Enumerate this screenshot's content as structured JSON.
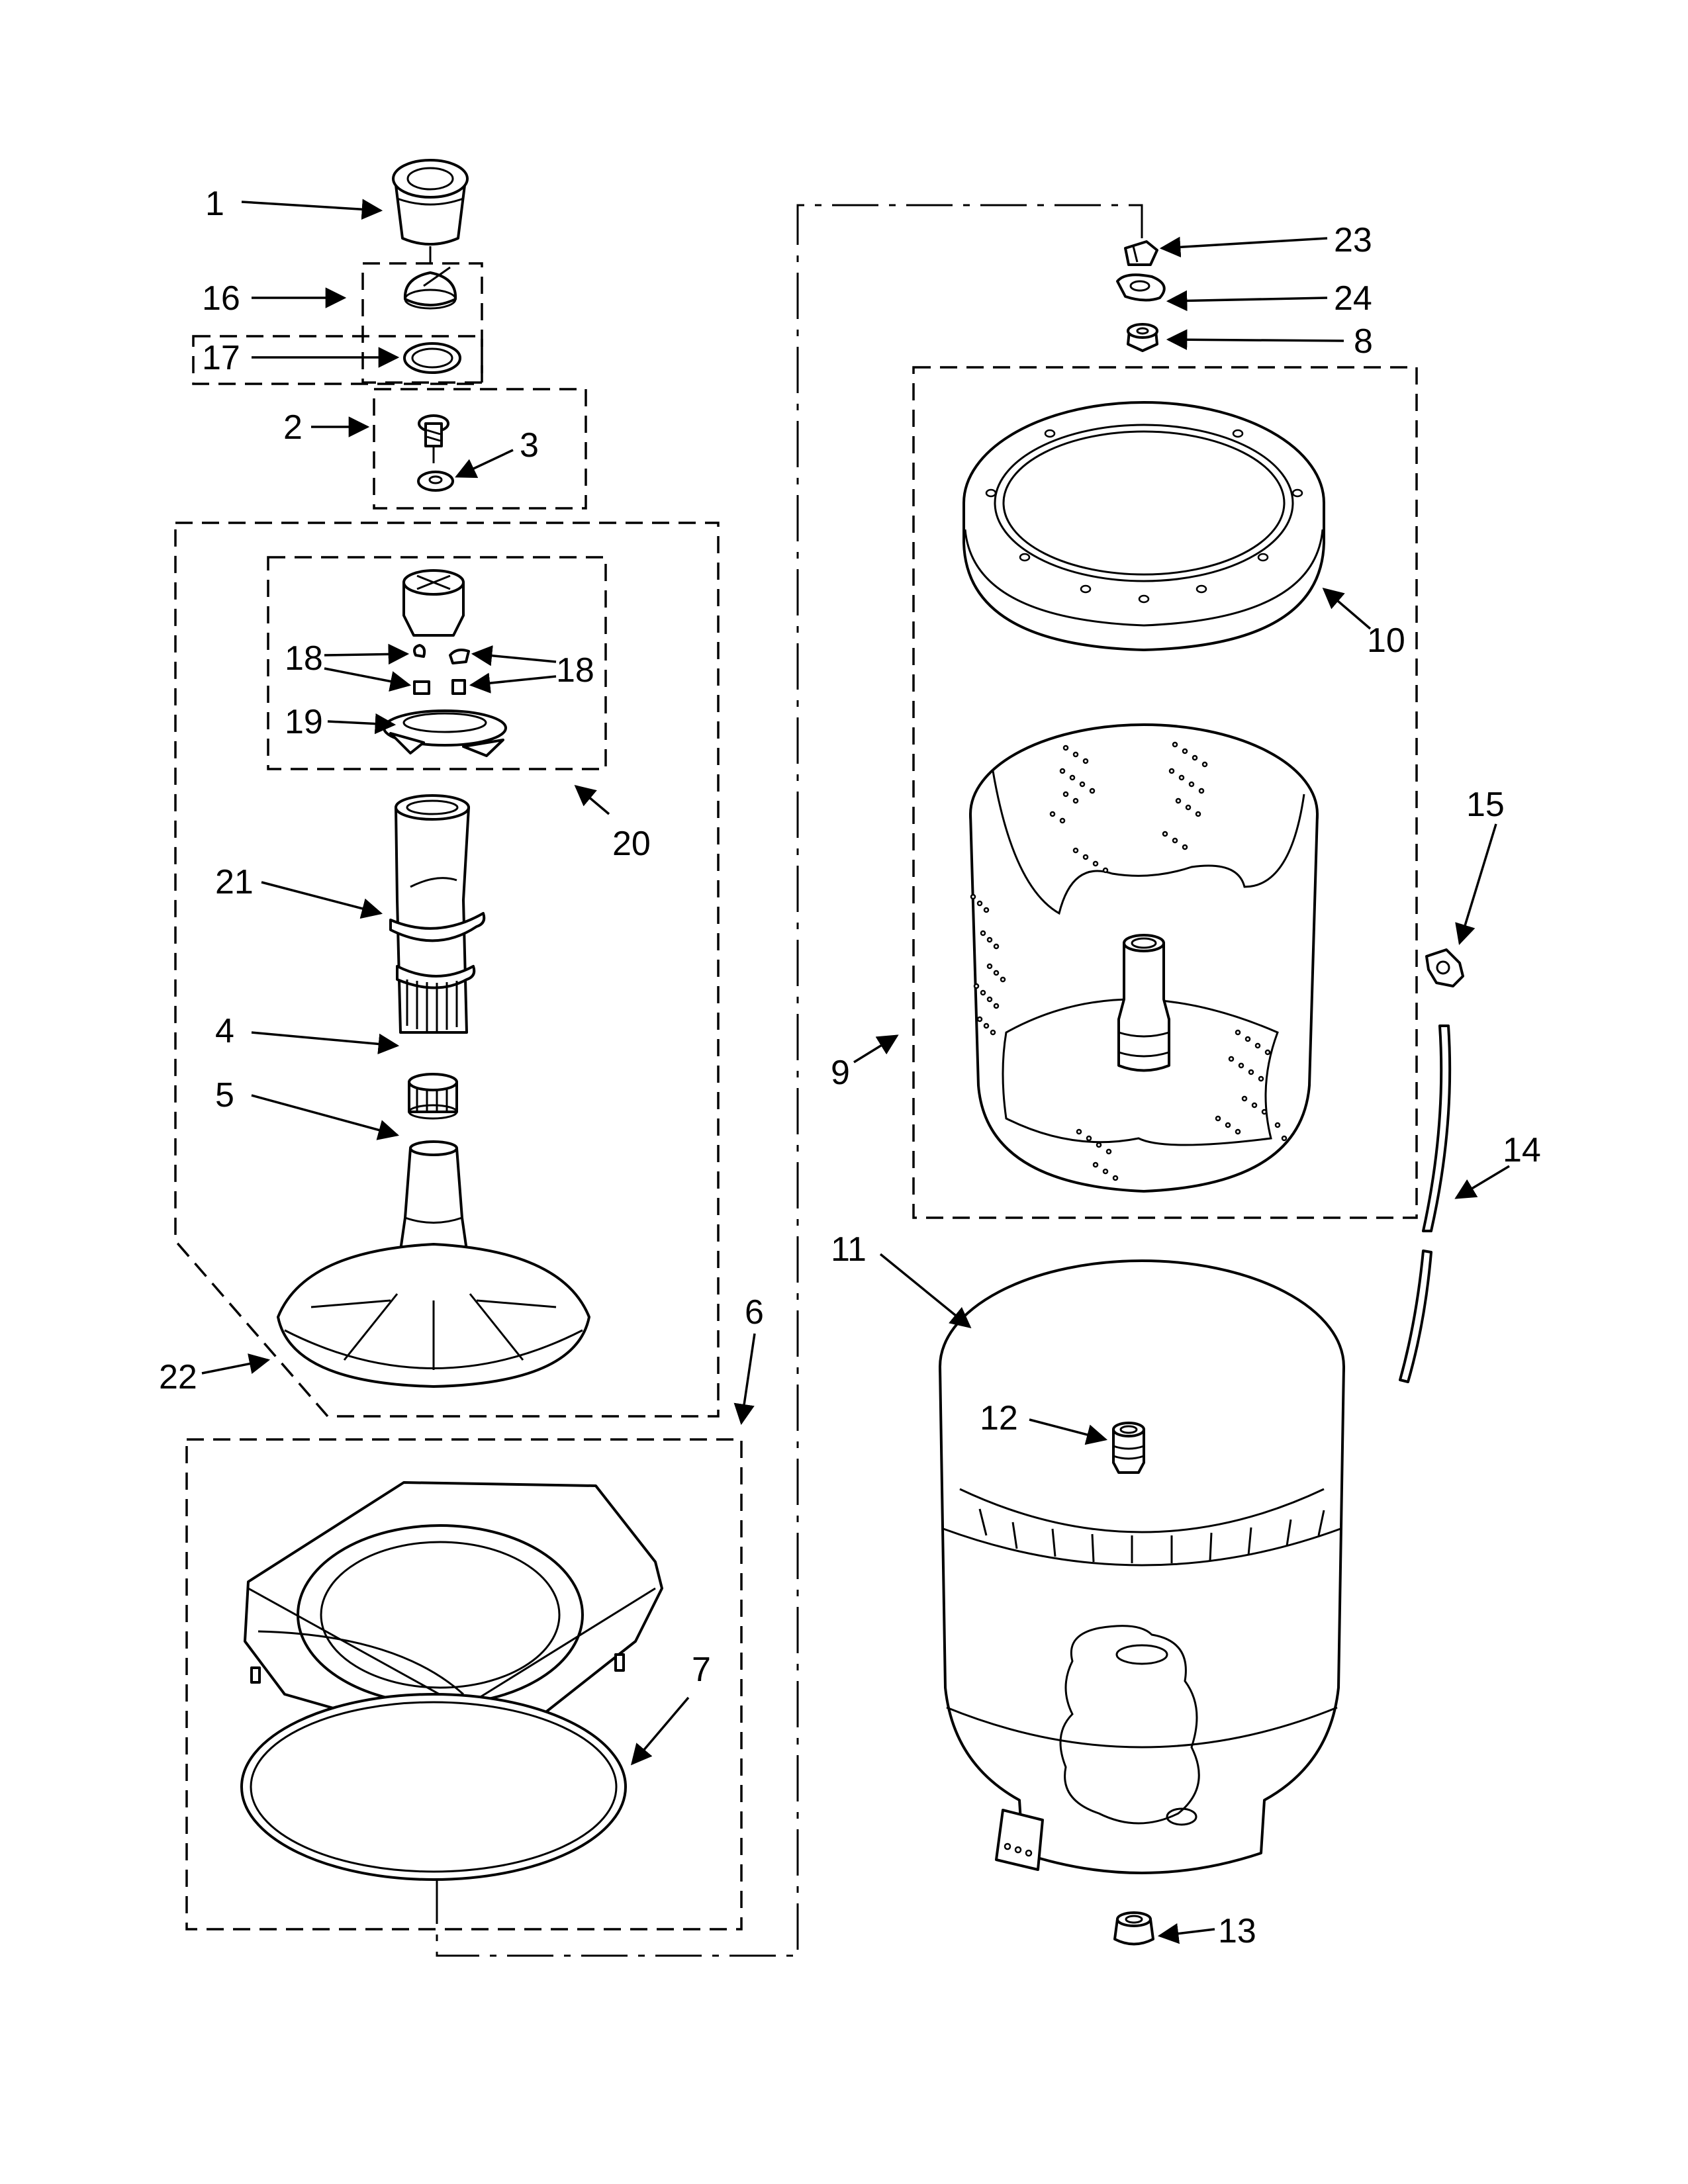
{
  "diagram": {
    "callouts": [
      "1",
      "2",
      "3",
      "4",
      "5",
      "6",
      "7",
      "8",
      "9",
      "10",
      "11",
      "12",
      "13",
      "14",
      "15",
      "16",
      "17",
      "18",
      "18",
      "19",
      "20",
      "21",
      "22",
      "23",
      "24"
    ],
    "colors": {
      "line": "#000000",
      "background": "#ffffff"
    }
  }
}
